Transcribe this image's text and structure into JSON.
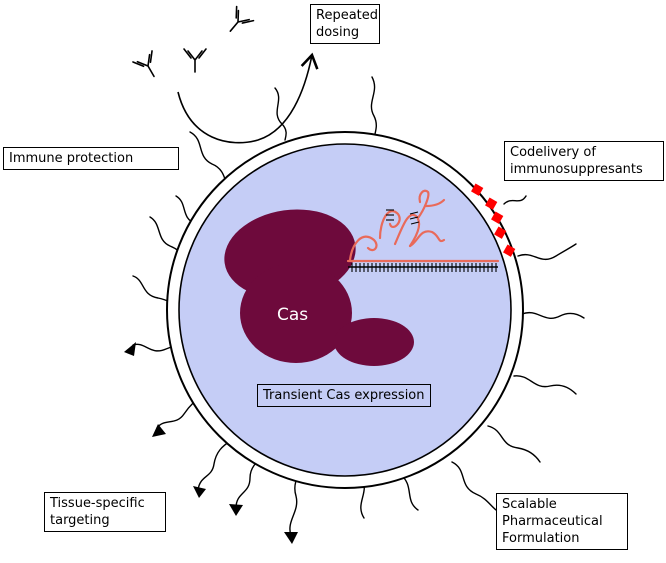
{
  "labels": {
    "repeated_dosing": "Repeated\ndosing",
    "immune_protection": "Immune protection",
    "codelivery": "Codelivery of\nimmunosuppresants",
    "tissue_targeting": "Tissue-specific\ntargeting",
    "scalable": "Scalable\nPharmaceutical\nFormulation",
    "transient": "Transient Cas expression",
    "cas": "Cas"
  },
  "colors": {
    "nanoparticle_fill": "#c5cdf6",
    "cas_protein": "#6e0a3c",
    "guide_rna": "#e96a5a",
    "immunosuppressant": "#ff0000"
  }
}
